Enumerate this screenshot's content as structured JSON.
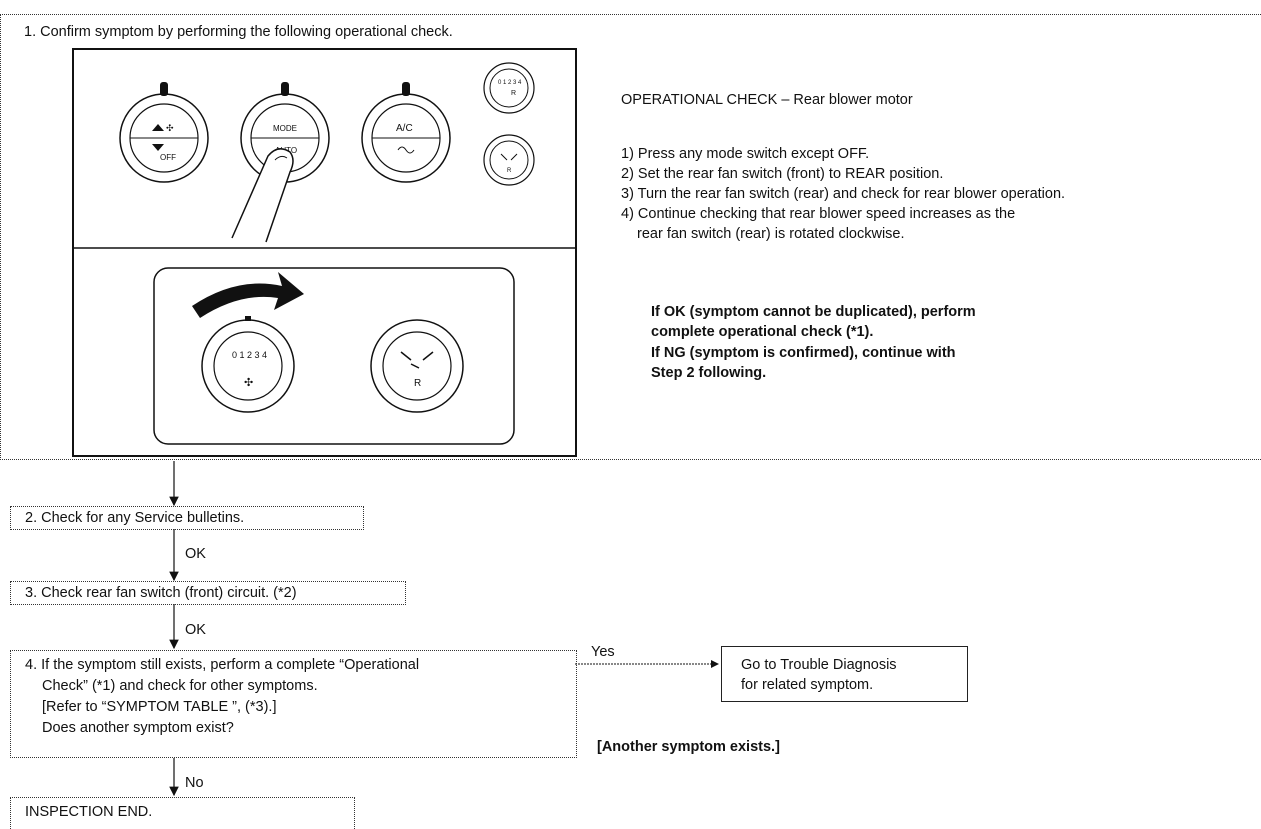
{
  "step1": {
    "title": "1. Confirm symptom by performing the following operational check.",
    "check_title": "OPERATIONAL CHECK – Rear blower motor",
    "instructions": [
      "1) Press any mode switch except OFF.",
      "2) Set the rear fan switch (front) to REAR position.",
      "3) Turn the rear fan switch (rear) and check for rear blower operation.",
      "4) Continue checking that rear blower speed increases as the",
      "rear fan switch (rear) is rotated clockwise."
    ],
    "result_lines": [
      "If OK (symptom cannot be duplicated), perform",
      "complete operational check (*1).",
      "If NG (symptom is confirmed), continue with",
      "Step 2 following."
    ],
    "panel": {
      "off_label": "OFF",
      "mode_label": "MODE",
      "auto_label": "AUTO",
      "ac_label": "A/C",
      "rear_label": "R",
      "speed_digits": "0 1 2 3 4"
    }
  },
  "step2": {
    "text": "2. Check for any Service bulletins."
  },
  "ok_label_1": "OK",
  "step3": {
    "text": "3. Check rear fan switch (front) circuit. (*2)"
  },
  "ok_label_2": "OK",
  "step4": {
    "lines": [
      "4. If the symptom still exists, perform a complete “Operational",
      "Check” (*1) and check for other symptoms.",
      "[Refer to “SYMPTOM TABLE ”, (*3).]",
      "Does another symptom exist?"
    ]
  },
  "yes_label": "Yes",
  "goto": {
    "lines": [
      "Go to Trouble Diagnosis",
      "for related symptom."
    ]
  },
  "another_symptom": "[Another symptom exists.]",
  "no_label": "No",
  "end": {
    "text": "INSPECTION END."
  }
}
